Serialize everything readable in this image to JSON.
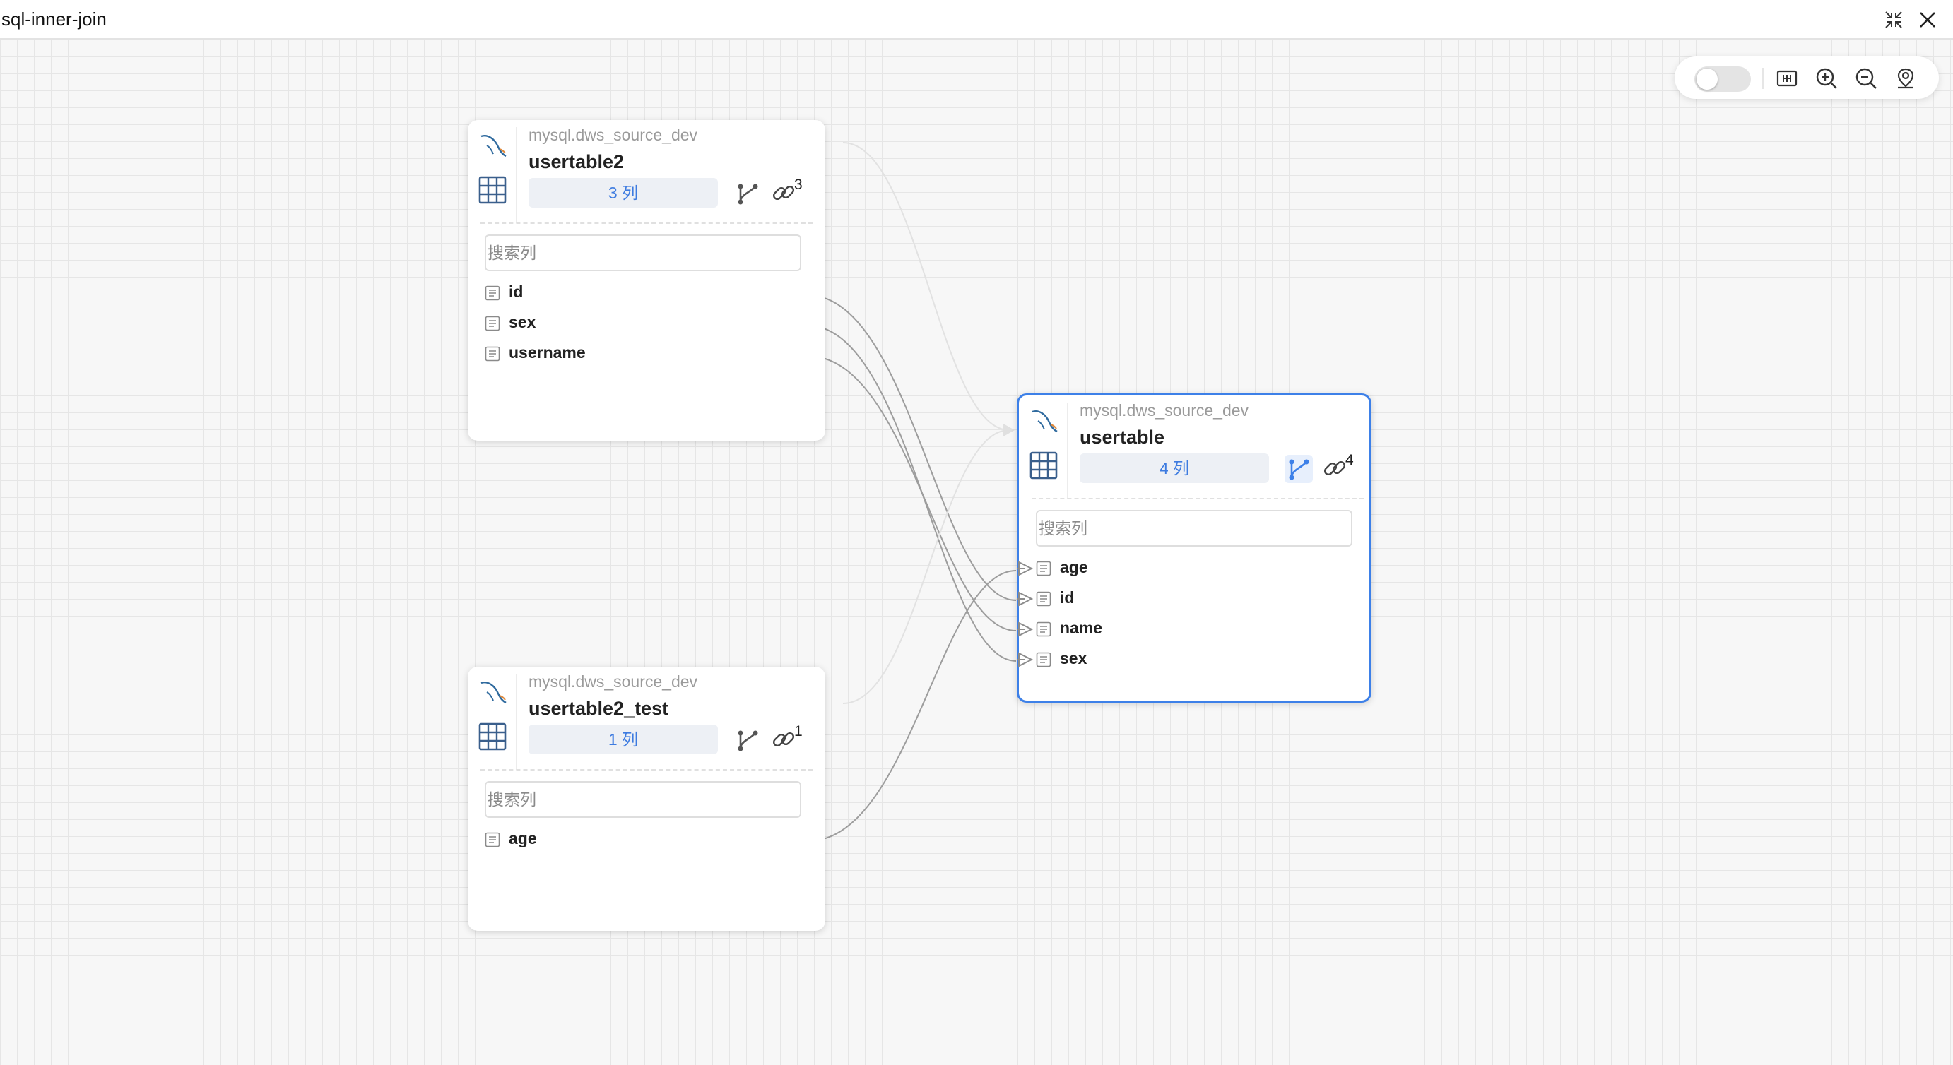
{
  "window": {
    "title": "sql-inner-join",
    "minimize_icon": "collapse-icon",
    "close_icon": "close-icon"
  },
  "toolbar": {
    "toggle_on": false,
    "icons": [
      "minimap-icon",
      "zoom-in-icon",
      "zoom-out-icon",
      "locate-icon"
    ]
  },
  "colors": {
    "accent": "#3d80e8",
    "badge_text": "#3d7be0",
    "edge": "#9d9d9d"
  },
  "search_placeholder": "搜索列",
  "nodes": {
    "usertable2": {
      "source": "mysql.dws_source_dev",
      "name": "usertable2",
      "columns_badge": "3 列",
      "link_count": "3",
      "columns": [
        "id",
        "sex",
        "username"
      ]
    },
    "usertable2_test": {
      "source": "mysql.dws_source_dev",
      "name": "usertable2_test",
      "columns_badge": "1 列",
      "link_count": "1",
      "columns": [
        "age"
      ]
    },
    "usertable": {
      "source": "mysql.dws_source_dev",
      "name": "usertable",
      "columns_badge": "4 列",
      "link_count": "4",
      "columns": [
        "age",
        "id",
        "name",
        "sex"
      ]
    }
  }
}
